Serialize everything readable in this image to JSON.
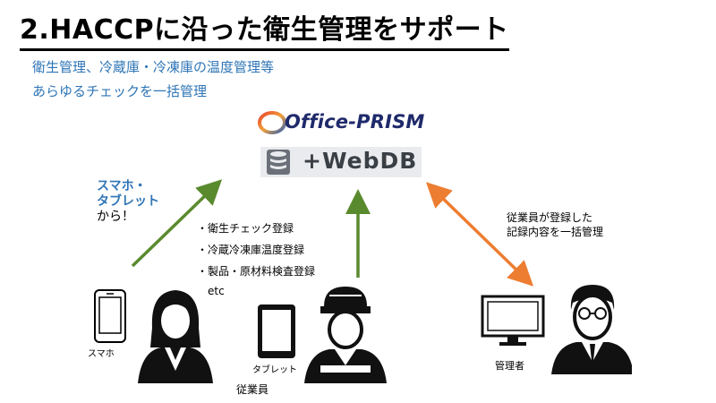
{
  "title": "2.HACCPに沿った衛生管理をサポート",
  "subtitle": [
    "衛生管理、冷蔵庫・冷凍庫の温度管理等",
    "あらゆるチェックを一括管理"
  ],
  "logo_text": "Office-PRISM",
  "webdb_text": "+WebDB",
  "mobile_note": {
    "line1": "スマホ・",
    "line2": "タブレット",
    "line3": "から！"
  },
  "checks": [
    "・衛生チェック登録",
    "・冷蔵冷凍庫温度登録",
    "・製品・原材料検査登録",
    "etc"
  ],
  "manager_note": [
    "従業員が登録した",
    "記録内容を一括管理"
  ],
  "labels": {
    "smartphone": "スマホ",
    "tablet": "タブレット",
    "employee": "従業員",
    "manager": "管理者"
  },
  "colors": {
    "accent_blue": "#2e75b6",
    "arrow_green": "#5a8a2e",
    "arrow_orange": "#ed7d31"
  }
}
